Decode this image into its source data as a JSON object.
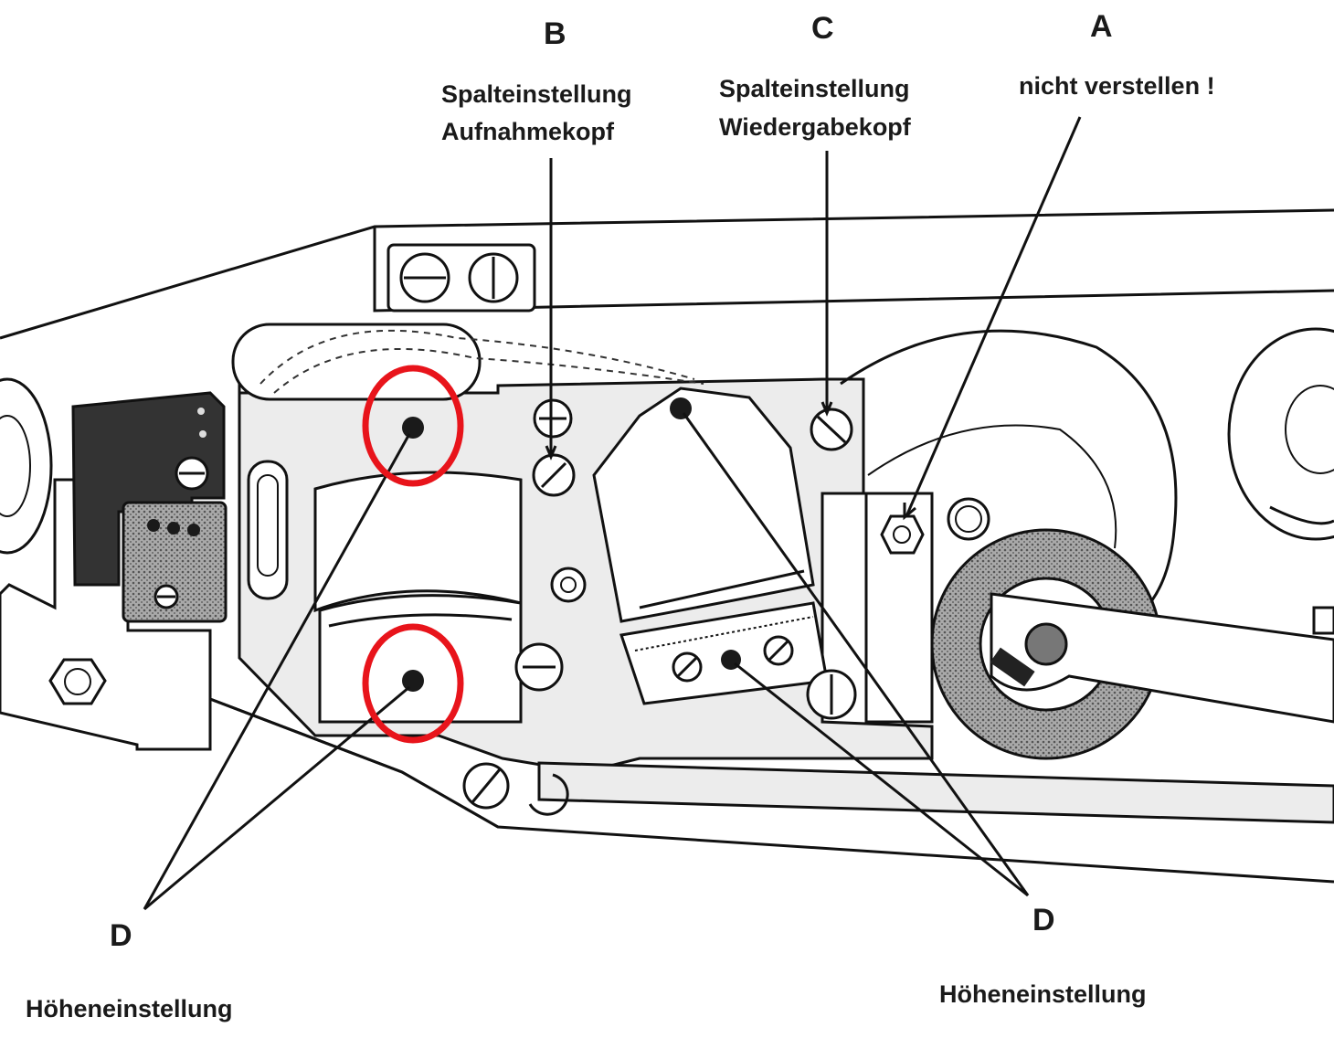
{
  "labels": {
    "B": "B",
    "C": "C",
    "A": "A",
    "D_left": "D",
    "D_right": "D"
  },
  "captions": {
    "b_line1": "Spalteinstellung",
    "b_line2": "Aufnahmekopf",
    "c_line1": "Spalteinstellung",
    "c_line2": "Wiedergabekopf",
    "a": "nicht verstellen !",
    "d_left": "Höheneinstellung",
    "d_right": "Höheneinstellung"
  },
  "colors": {
    "highlight": "#e8141b",
    "ink": "#111111",
    "shade": "#d8d8d8"
  }
}
